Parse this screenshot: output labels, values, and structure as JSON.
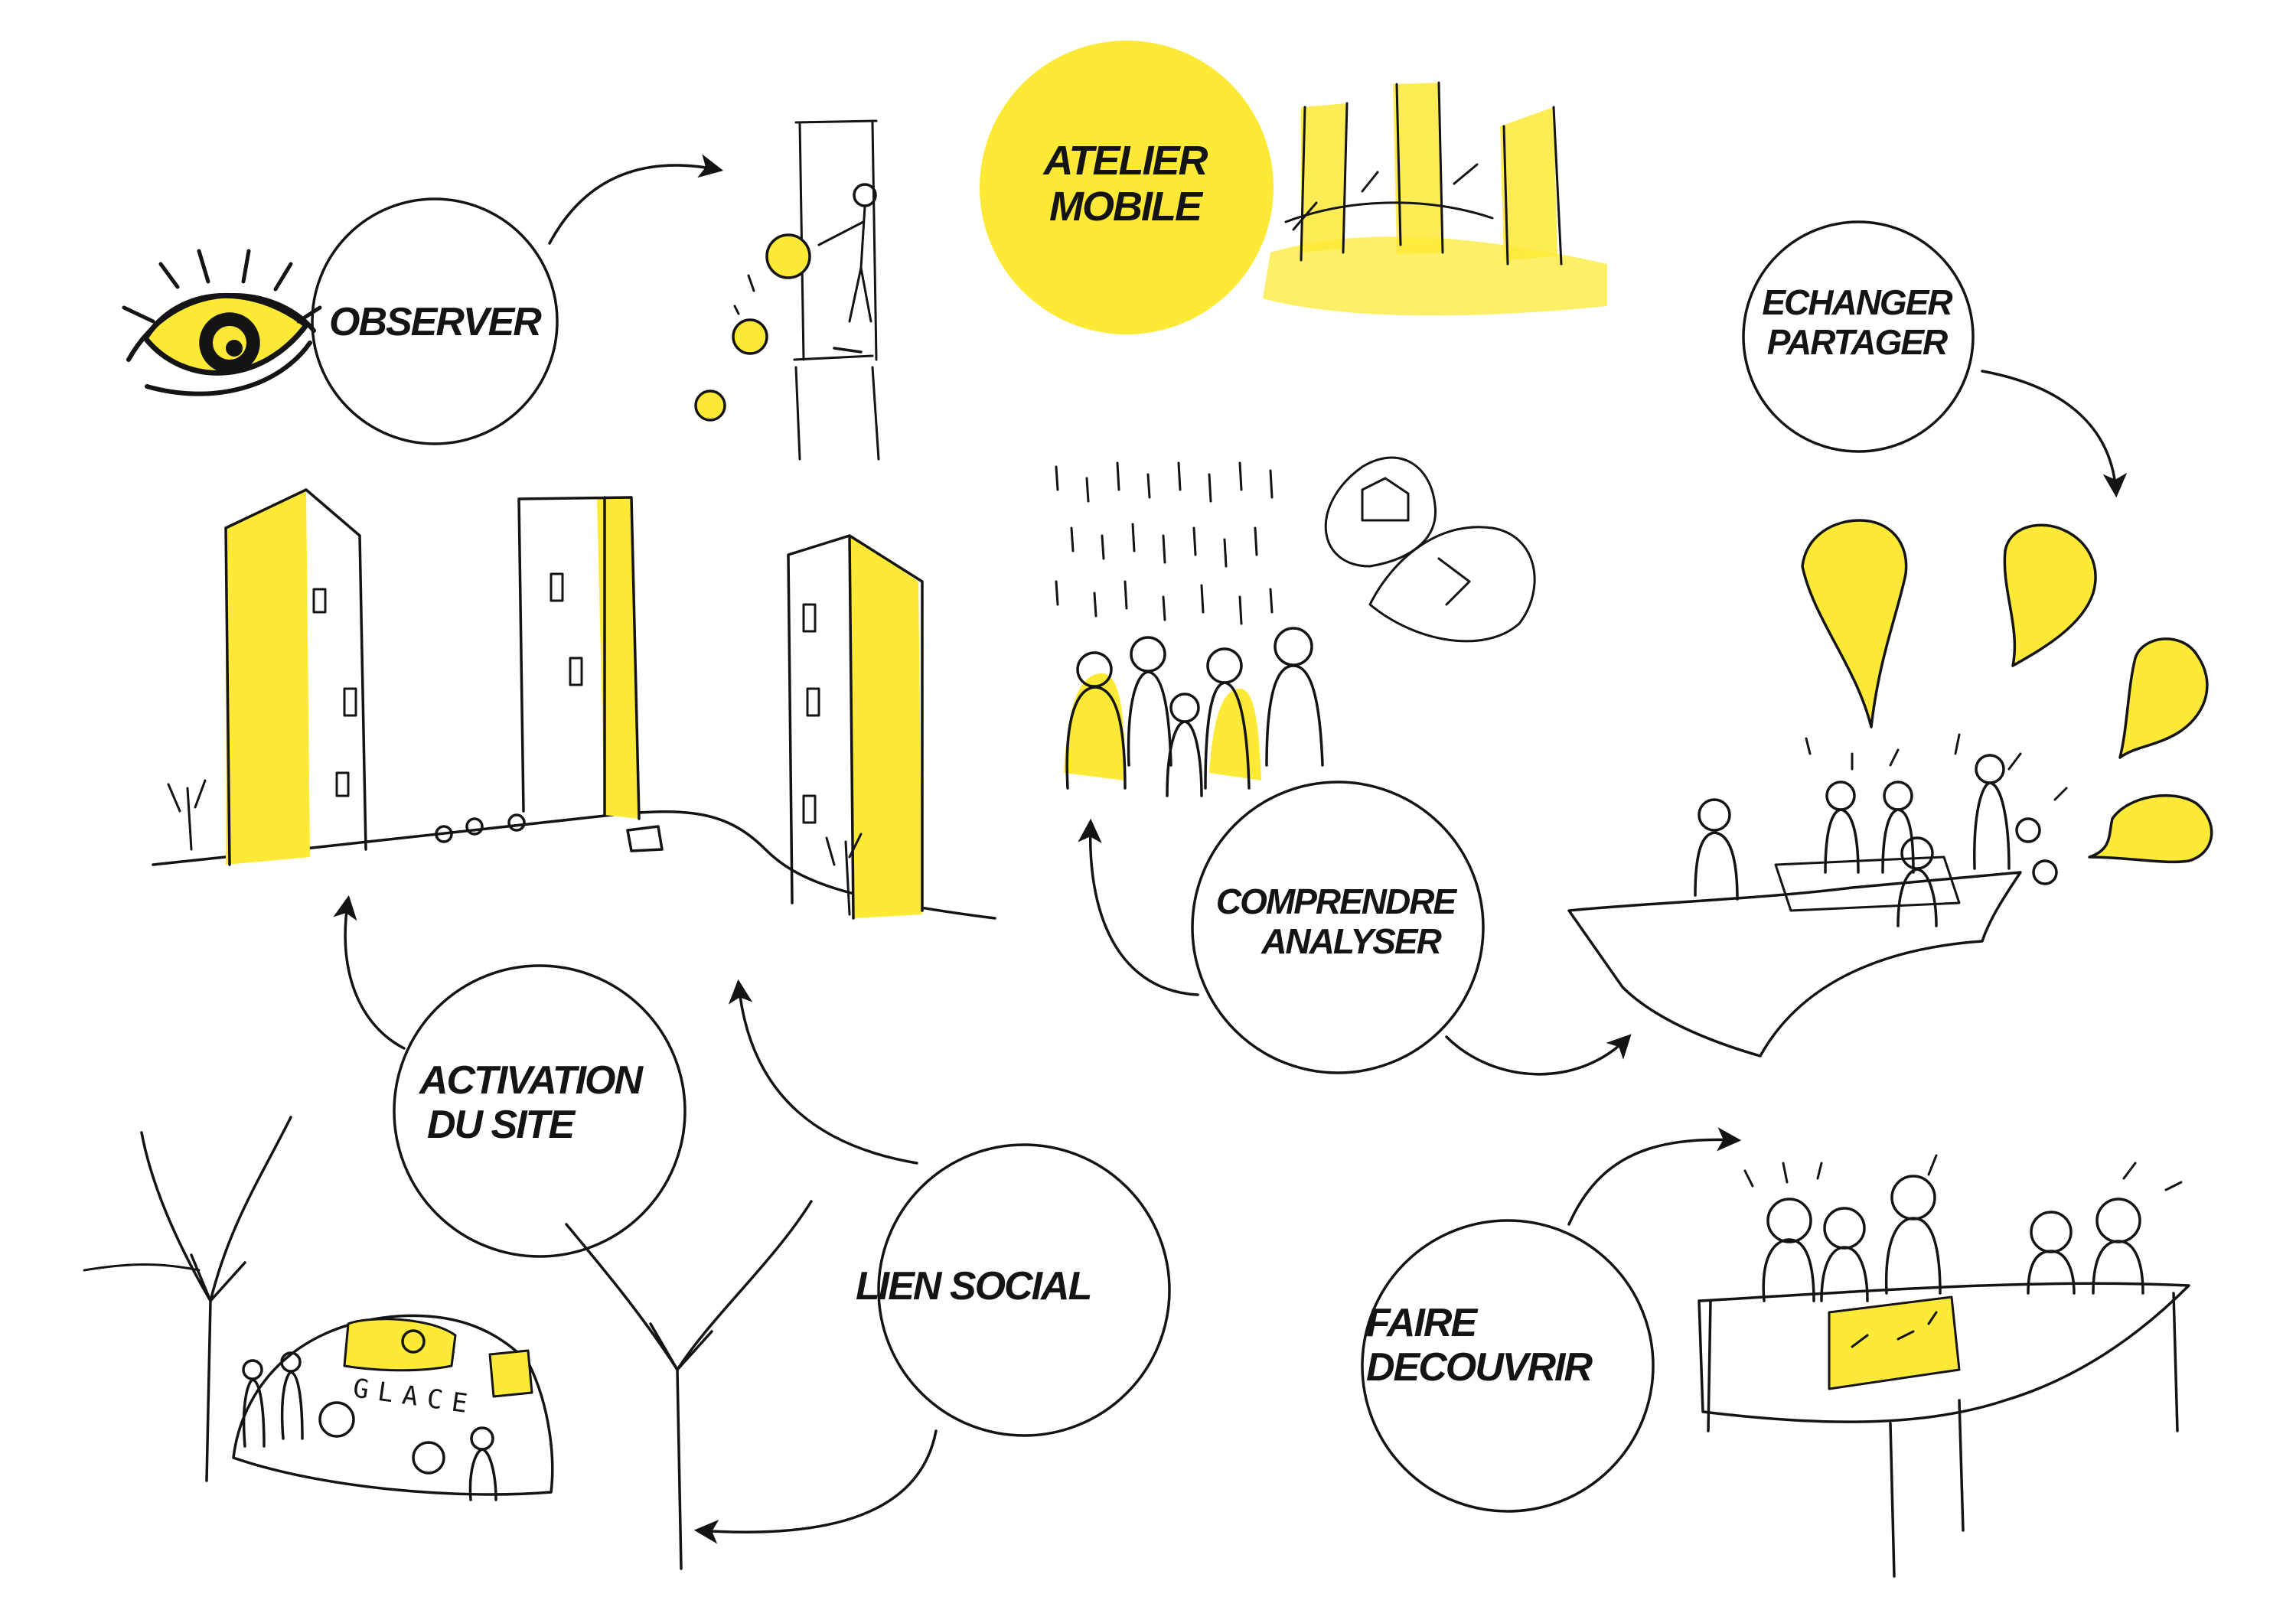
{
  "colors": {
    "accent": "#FDE936",
    "ink": "#141414",
    "background": "#ffffff"
  },
  "nodes": {
    "observer": {
      "label": "OBSERVER"
    },
    "atelier": {
      "line1": "ATELIER",
      "line2": "MOBILE"
    },
    "echanger": {
      "line1": "ECHANGER",
      "line2": "PARTAGER"
    },
    "comprendre": {
      "line1": "COMPRENDRE",
      "line2": "ANALYSER"
    },
    "activation": {
      "line1": "ACTIVATION",
      "line2": "DU SITE"
    },
    "lien_social": {
      "label": "LIEN SOCIAL"
    },
    "faire_decouvrir": {
      "line1": "FAIRE",
      "line2": "DECOUVRIR"
    }
  },
  "sketches": {
    "van_lettering": "GLACE"
  }
}
